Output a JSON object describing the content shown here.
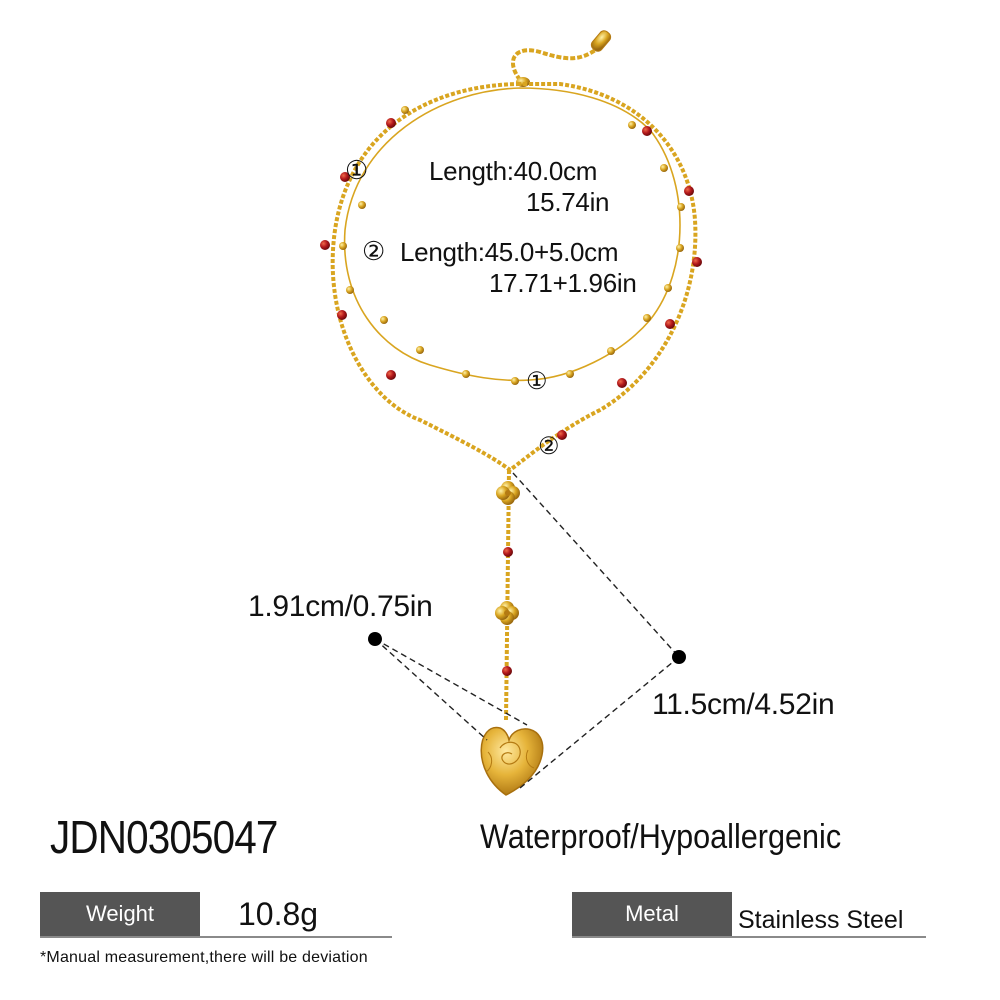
{
  "product": {
    "sku": "JDN0305047",
    "features": "Waterproof/Hypoallergenic"
  },
  "lengths": [
    {
      "marker": "①",
      "label": "Length:40.0cm",
      "imperial": "15.74in"
    },
    {
      "marker": "②",
      "label": "Length:45.0+5.0cm",
      "imperial": "17.71+1.96in"
    }
  ],
  "chain_markers": {
    "first": "①",
    "second": "②"
  },
  "dimensions": {
    "pendant_width": "1.91cm/0.75in",
    "drop_length": "11.5cm/4.52in"
  },
  "specs": [
    {
      "key": "Weight",
      "value": "10.8g"
    },
    {
      "key": "Metal",
      "value": "Stainless Steel"
    }
  ],
  "footnote": "*Manual measurement,there will be deviation",
  "colors": {
    "gold": "#d9a520",
    "gold_dark": "#b47a12",
    "bead_red": "#b3191c",
    "spec_key_bg": "#555555",
    "spec_underline": "#8a8a8a",
    "text": "#111111"
  }
}
